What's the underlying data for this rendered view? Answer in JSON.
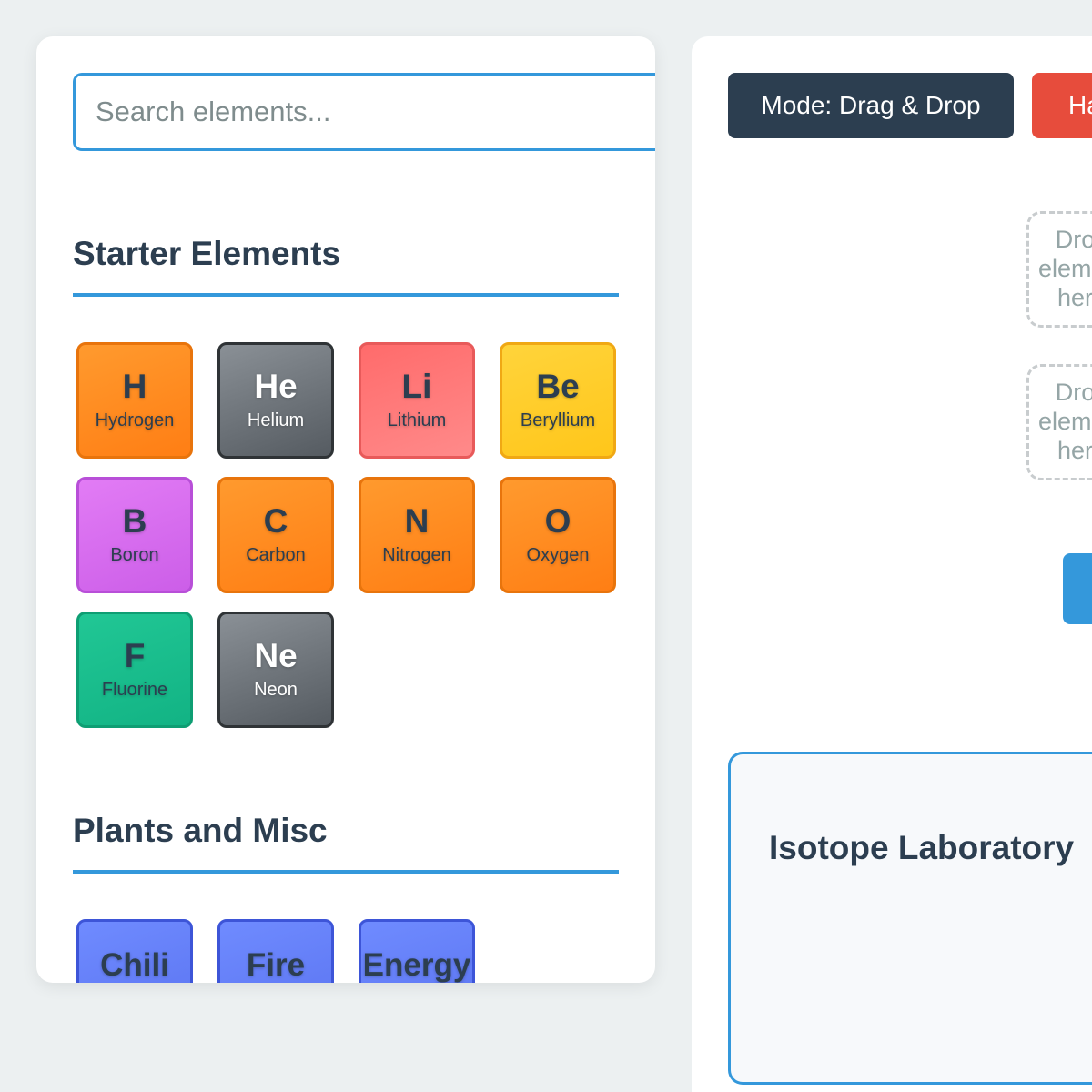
{
  "search": {
    "placeholder": "Search elements..."
  },
  "sections": [
    {
      "title": "Starter Elements",
      "elements": [
        {
          "symbol": "H",
          "name": "Hydrogen",
          "color": "orange"
        },
        {
          "symbol": "He",
          "name": "Helium",
          "color": "gray"
        },
        {
          "symbol": "Li",
          "name": "Lithium",
          "color": "pink"
        },
        {
          "symbol": "Be",
          "name": "Beryllium",
          "color": "yellow"
        },
        {
          "symbol": "B",
          "name": "Boron",
          "color": "violet"
        },
        {
          "symbol": "C",
          "name": "Carbon",
          "color": "orange"
        },
        {
          "symbol": "N",
          "name": "Nitrogen",
          "color": "orange"
        },
        {
          "symbol": "O",
          "name": "Oxygen",
          "color": "orange"
        },
        {
          "symbol": "F",
          "name": "Fluorine",
          "color": "green"
        },
        {
          "symbol": "Ne",
          "name": "Neon",
          "color": "gray"
        }
      ]
    },
    {
      "title": "Plants and Misc",
      "elements": [
        {
          "symbol": "Chili",
          "color": "blue"
        },
        {
          "symbol": "Fire",
          "color": "blue"
        },
        {
          "symbol": "Energy",
          "color": "blue"
        }
      ]
    }
  ],
  "toolbar": {
    "mode_label": "Mode: Drag & Drop",
    "second_label": "Ha"
  },
  "drop_zones": [
    {
      "text": "Drop element here"
    },
    {
      "text": "Drop element here"
    }
  ],
  "laboratory": {
    "title": "Isotope Laboratory"
  },
  "colors": {
    "accent": "#3498db",
    "dark": "#2c3e50",
    "danger": "#e74c3c",
    "background": "#ecf0f1"
  }
}
